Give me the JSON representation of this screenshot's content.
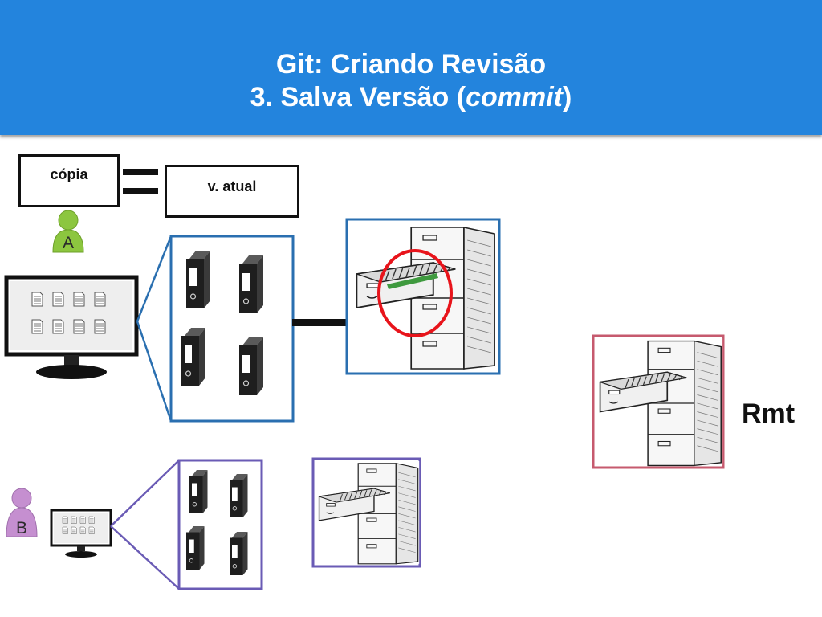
{
  "header": {
    "title_line1": "Git: Criando Revisão",
    "title_line2_main": "3. Salva Versão (",
    "title_line2_italic": "commit",
    "title_line2_end": ")"
  },
  "boxes": {
    "copy_label": "cópia",
    "current_version_label": "v. atual"
  },
  "users": {
    "a_label": "A",
    "b_label": "B"
  },
  "remote": {
    "label": "Rmt"
  },
  "colors": {
    "header": "#2384dd",
    "user_a_panel": "#2a6fb0",
    "user_b_panel": "#6a5bb5",
    "remote_panel": "#c65a6e",
    "highlight_ring": "#e8141b",
    "avatar_a": "#8cc63f",
    "avatar_b": "#c58fd0"
  }
}
